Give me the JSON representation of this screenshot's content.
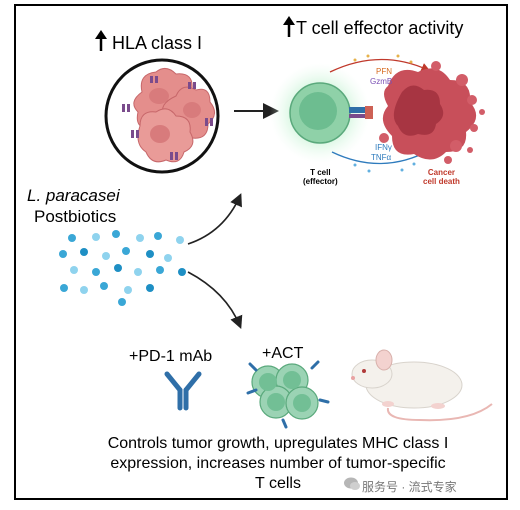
{
  "top_left": {
    "arrow_glyph": "↑",
    "label": "HLA class I"
  },
  "top_right": {
    "arrow_glyph": "↑",
    "label": "T cell effector activity",
    "cytokines_top": [
      "PFN",
      "GzmB"
    ],
    "cytokines_bottom": [
      "IFNγ",
      "TNFα"
    ],
    "t_cell_label": [
      "T cell",
      "(effector)"
    ],
    "cancer_label": [
      "Cancer",
      "cell death"
    ]
  },
  "left": {
    "species": "L. paracasei",
    "product": "Postbiotics"
  },
  "bottom": {
    "pd1_label": "+PD-1 mAb",
    "act_label": "+ACT"
  },
  "caption": [
    "Controls tumor growth, upregulates MHC class I",
    "expression, increases number of tumor-specific",
    "T cells"
  ],
  "watermark": "服务号 · 流式专家",
  "icons": [
    "upregulation-arrow-icon",
    "antibody-icon",
    "mouse-icon",
    "wechat-icon"
  ],
  "colors": {
    "cancer_pink": "#e48e8c",
    "cancer_red": "#c84f5a",
    "tcell_green": "#8fd1a8",
    "particle_blue": "#3aa7d6",
    "antibody_blue": "#2f6fa8",
    "cancer_text": "#c0392b",
    "pfn_orange": "#d66a1f",
    "gzmb_purple": "#7a4fb5",
    "ifn_blue": "#2e7bbd"
  }
}
